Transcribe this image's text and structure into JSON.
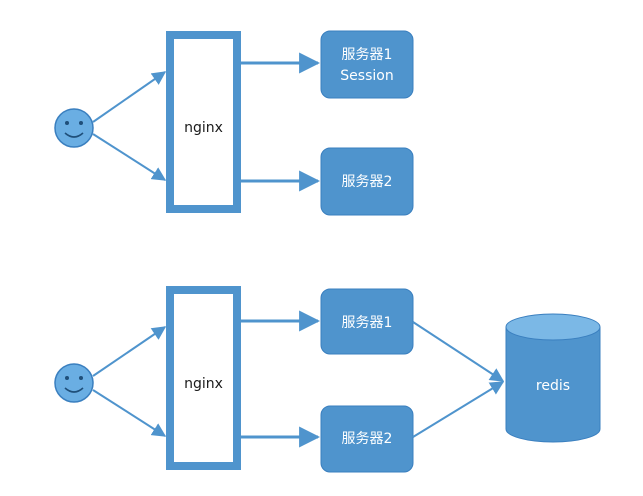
{
  "diagram_top": {
    "user_icon": "smiley-face-icon",
    "nginx_label": "nginx",
    "server1_line1": "服务器1",
    "server1_line2": "Session",
    "server2_label": "服务器2"
  },
  "diagram_bottom": {
    "user_icon": "smiley-face-icon",
    "nginx_label": "nginx",
    "server1_label": "服务器1",
    "server2_label": "服务器2",
    "redis_label": "redis"
  },
  "colors": {
    "node_fill": "#4f94cd",
    "node_stroke": "#3a7fbf",
    "nginx_border": "#3a7fbf",
    "arrow": "#4f94cd",
    "redis_top": "#6fb0e0",
    "face_fill": "#6aaee3"
  }
}
